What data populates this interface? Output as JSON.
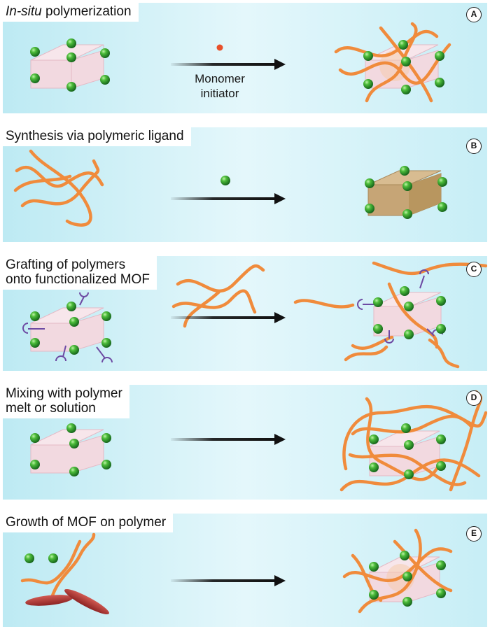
{
  "colors": {
    "panel_gradient": [
      "#bdeaf3",
      "#e2f6fa",
      "#f4fcfd"
    ],
    "metal_node": "#2f9a2e",
    "polymer_chain": "#f08b3c",
    "mof_cube_face": "#f2d9e0",
    "mof_cube_solid": "#c6a576",
    "linker": "#6d4aa3",
    "rod": "#b33a3a",
    "initiator_dot": "#e8502a",
    "arrow": "#111111"
  },
  "panels": [
    {
      "badge": "A",
      "title_italic": "In-situ",
      "title_rest": " polymerization",
      "arrow_label_line1": "Monomer",
      "arrow_label_line2": "initiator"
    },
    {
      "badge": "B",
      "title_line1": "Synthesis via polymeric ligand"
    },
    {
      "badge": "C",
      "title_line1": "Grafting of polymers",
      "title_line2": "onto functionalized MOF"
    },
    {
      "badge": "D",
      "title_line1": "Mixing with polymer",
      "title_line2": "melt or solution"
    },
    {
      "badge": "E",
      "title_line1": "Growth of MOF on polymer"
    }
  ]
}
